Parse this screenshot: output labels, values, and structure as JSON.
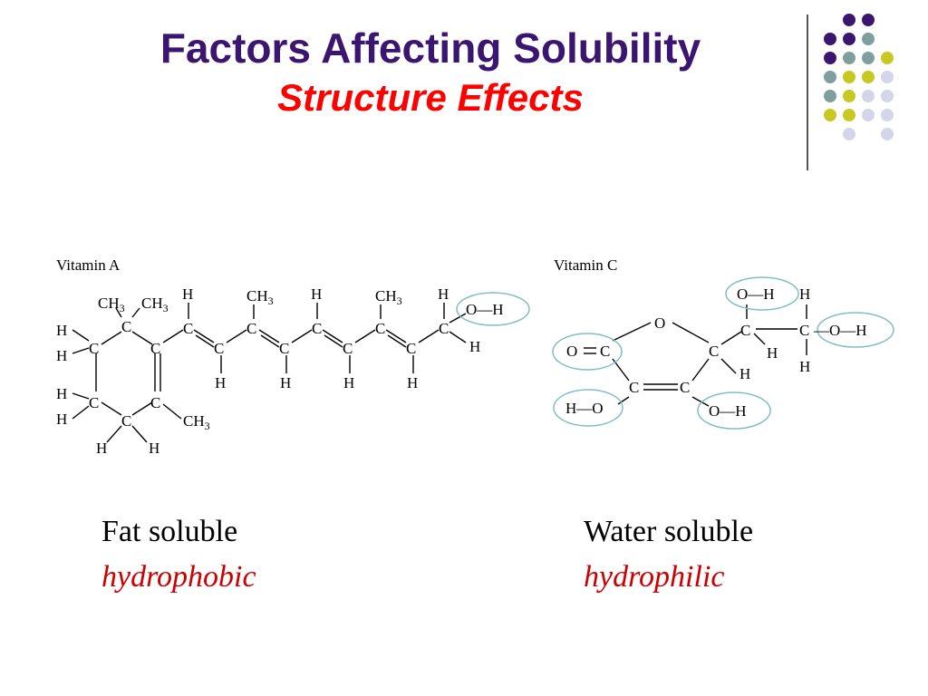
{
  "slide": {
    "title": "Factors Affecting Solubility",
    "subtitle": "Structure Effects"
  },
  "colors": {
    "title": "#3b1670",
    "subtitle": "#ff0000",
    "keyword": "#cc0000",
    "dot_purple": "#3b1670",
    "dot_teal": "#7f9f9f",
    "dot_yellow": "#c8c823",
    "dot_lavender": "#d4d4ea",
    "highlight_ellipse": "#7fbfc4"
  },
  "vitamin_a": {
    "name": "Vitamin A",
    "atoms": {
      "c": "C",
      "h": "H",
      "ch3": "CH",
      "sub3": "3",
      "oh": "O—H"
    }
  },
  "vitamin_c": {
    "name": "Vitamin C",
    "atoms": {
      "c": "C",
      "h": "H",
      "o": "O",
      "oh_right": "O—H",
      "oh_left": "H—O",
      "o_double": "O"
    }
  },
  "captions": {
    "left_line1": "Fat soluble",
    "left_line2": "hydrophobic",
    "right_line1": "Water soluble",
    "right_line2": "hydrophilic"
  }
}
